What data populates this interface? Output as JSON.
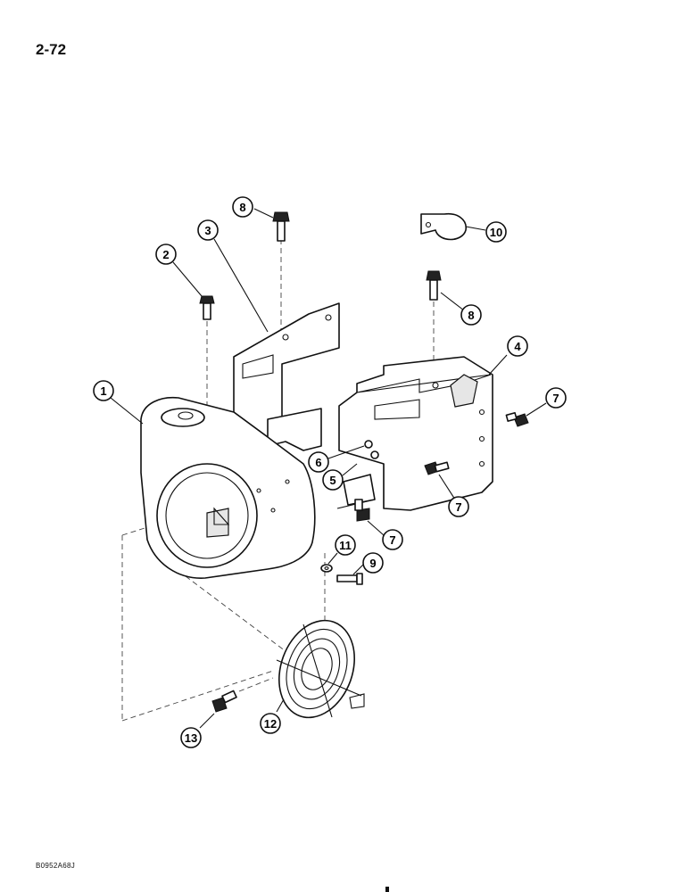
{
  "page": {
    "number": "2-72",
    "figure_code": "B0952A68J"
  },
  "callouts": [
    {
      "id": "c1",
      "label": "1"
    },
    {
      "id": "c2",
      "label": "2"
    },
    {
      "id": "c3",
      "label": "3"
    },
    {
      "id": "c4",
      "label": "4"
    },
    {
      "id": "c5",
      "label": "5"
    },
    {
      "id": "c6",
      "label": "6"
    },
    {
      "id": "c7a",
      "label": "7"
    },
    {
      "id": "c7b",
      "label": "7"
    },
    {
      "id": "c7c",
      "label": "7"
    },
    {
      "id": "c8a",
      "label": "8"
    },
    {
      "id": "c8b",
      "label": "8"
    },
    {
      "id": "c9",
      "label": "9"
    },
    {
      "id": "c10",
      "label": "10"
    },
    {
      "id": "c11",
      "label": "11"
    },
    {
      "id": "c12",
      "label": "12"
    },
    {
      "id": "c13",
      "label": "13"
    }
  ]
}
